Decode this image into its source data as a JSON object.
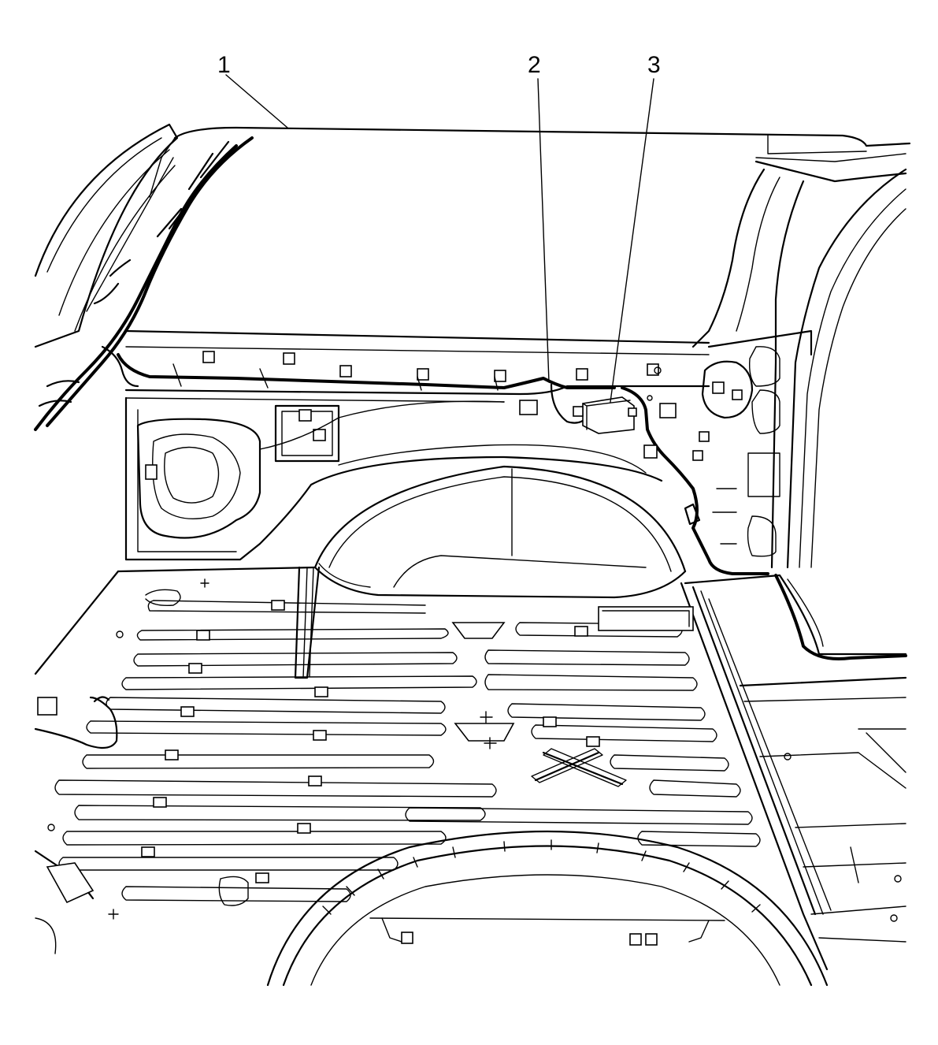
{
  "callouts": [
    {
      "id": 1,
      "label": "1"
    },
    {
      "id": 2,
      "label": "2"
    },
    {
      "id": 3,
      "label": "3"
    }
  ],
  "colors": {
    "line": "#000000",
    "background": "#ffffff"
  }
}
